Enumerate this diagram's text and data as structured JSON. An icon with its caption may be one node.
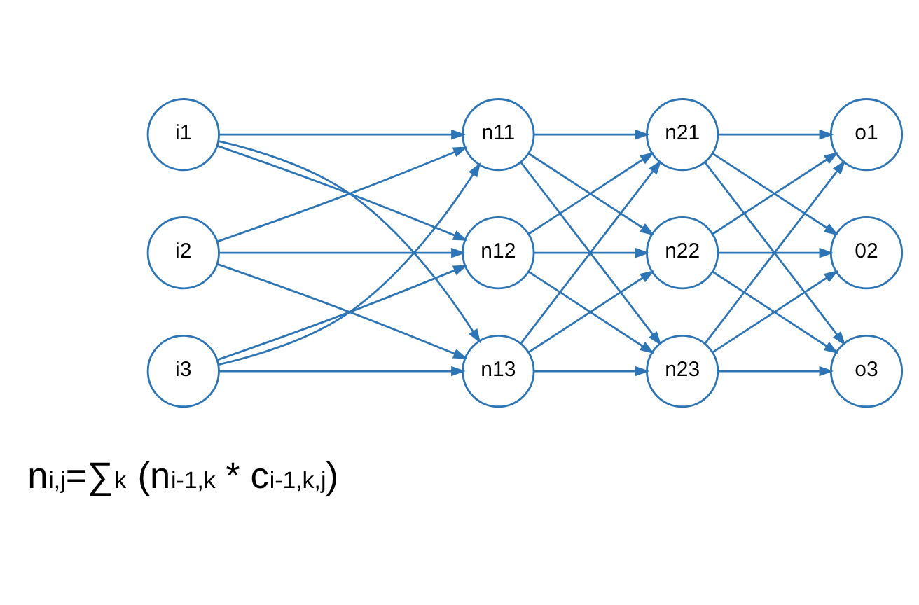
{
  "diagram": {
    "nodes": [
      {
        "text": [
          "i1"
        ]
      },
      {
        "text": [
          "i2"
        ]
      },
      {
        "text": [
          "i3"
        ]
      },
      {
        "text": [
          "n11"
        ]
      },
      {
        "text": [
          "n12"
        ]
      },
      {
        "text": [
          "n13"
        ]
      },
      {
        "text": [
          "n21"
        ]
      },
      {
        "text": [
          "n22"
        ]
      },
      {
        "text": [
          "n23"
        ]
      },
      {
        "text": [
          "o1"
        ]
      },
      {
        "text": [
          "02"
        ]
      },
      {
        "text": [
          "o3"
        ]
      }
    ],
    "edges": [
      {
        "from": 0,
        "to": 3,
        "arrow": "to"
      },
      {
        "from": 0,
        "to": 4,
        "arrow": "to"
      },
      {
        "from": 0,
        "to": 5,
        "arrow": "to"
      },
      {
        "from": 1,
        "to": 3,
        "arrow": "to"
      },
      {
        "from": 1,
        "to": 4,
        "arrow": "to"
      },
      {
        "from": 1,
        "to": 5,
        "arrow": "to"
      },
      {
        "from": 2,
        "to": 3,
        "arrow": "to"
      },
      {
        "from": 2,
        "to": 4,
        "arrow": "to"
      },
      {
        "from": 2,
        "to": 5,
        "arrow": "to"
      },
      {
        "from": 3,
        "to": 6,
        "arrow": "to"
      },
      {
        "from": 3,
        "to": 7,
        "arrow": "to"
      },
      {
        "from": 3,
        "to": 8,
        "arrow": "to"
      },
      {
        "from": 4,
        "to": 6,
        "arrow": "to"
      },
      {
        "from": 4,
        "to": 7,
        "arrow": "to"
      },
      {
        "from": 4,
        "to": 8,
        "arrow": "to"
      },
      {
        "from": 5,
        "to": 6,
        "arrow": "to"
      },
      {
        "from": 5,
        "to": 7,
        "arrow": "to"
      },
      {
        "from": 5,
        "to": 8,
        "arrow": "to"
      },
      {
        "from": 6,
        "to": 9,
        "arrow": "to"
      },
      {
        "from": 6,
        "to": 10,
        "arrow": "to"
      },
      {
        "from": 6,
        "to": 11,
        "arrow": "to"
      },
      {
        "from": 7,
        "to": 9,
        "arrow": "to"
      },
      {
        "from": 7,
        "to": 10,
        "arrow": "to"
      },
      {
        "from": 7,
        "to": 11,
        "arrow": "to"
      },
      {
        "from": 8,
        "to": 9,
        "arrow": "to"
      },
      {
        "from": 8,
        "to": 10,
        "arrow": "to"
      },
      {
        "from": 8,
        "to": 11,
        "arrow": "to"
      }
    ],
    "labels": [
      "n$_{i,j}$=∑$_{k}$ (n$_{i-1,k}$ * c$_{i-1,k,j}$)"
    ]
  }
}
